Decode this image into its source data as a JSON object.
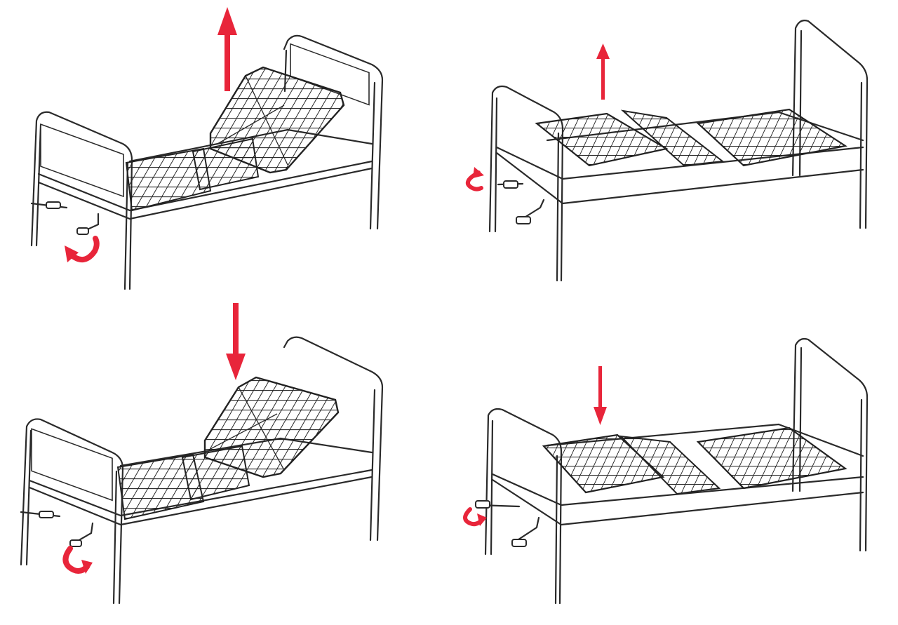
{
  "colors": {
    "arrow": "#e8253a",
    "line": "#2a2a2a",
    "background": "#ffffff"
  },
  "panels": [
    {
      "id": "backrest-raise",
      "arrow_direction": "up",
      "crank": "rotate-clockwise"
    },
    {
      "id": "legrest-raise",
      "arrow_direction": "up",
      "crank": "rotate"
    },
    {
      "id": "backrest-lower",
      "arrow_direction": "down",
      "crank": "rotate-counterclockwise"
    },
    {
      "id": "legrest-lower",
      "arrow_direction": "down",
      "crank": "rotate"
    }
  ],
  "icons": [
    "bed-icon",
    "arrow-up-icon",
    "arrow-down-icon",
    "rotate-arrow-icon",
    "crank-handle-icon"
  ]
}
